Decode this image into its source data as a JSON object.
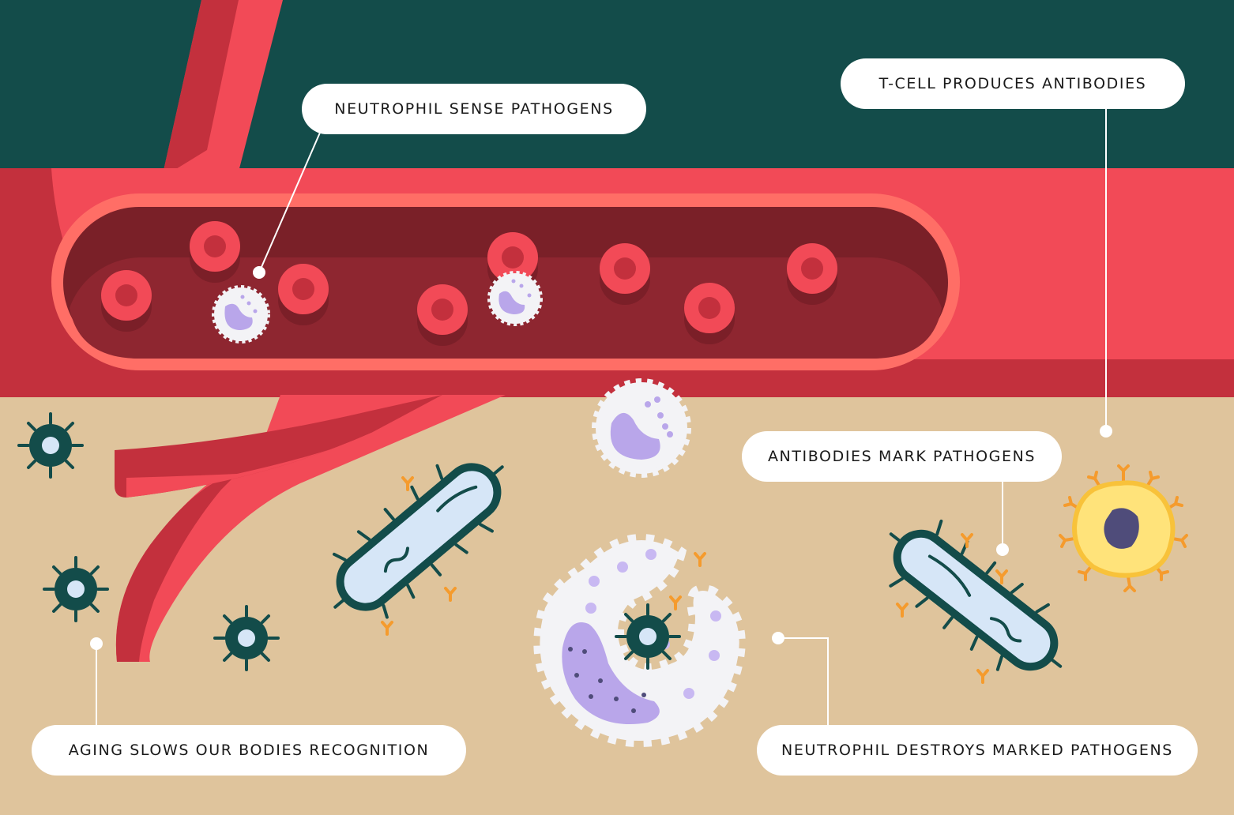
{
  "labels": {
    "neutrophil_sense": "NEUTROPHIL SENSE PATHOGENS",
    "tcell_produces": "T-CELL PRODUCES ANTIBODIES",
    "antibodies_mark": "ANTIBODIES MARK PATHOGENS",
    "aging_slows": "AGING SLOWS OUR BODIES RECOGNITION",
    "neutrophil_destroys": "NEUTROPHIL DESTROYS MARKED PATHOGENS"
  },
  "colors": {
    "top_background": "#134c4a",
    "tissue": "#dfc49c",
    "vessel_wall": "#f24a57",
    "vessel_dark": "#c3303d",
    "vessel_lumen": "#8e2630",
    "red_cell": "#f24a57",
    "neutrophil": "#f3f3f6",
    "granule": "#b9a6ea",
    "bacterium_outline": "#134c4a",
    "bacterium_fill": "#d6e6f7",
    "antibody": "#f59b2d",
    "tcell": "#ffe37a",
    "tcell_nucleus": "#4f4c7a"
  }
}
